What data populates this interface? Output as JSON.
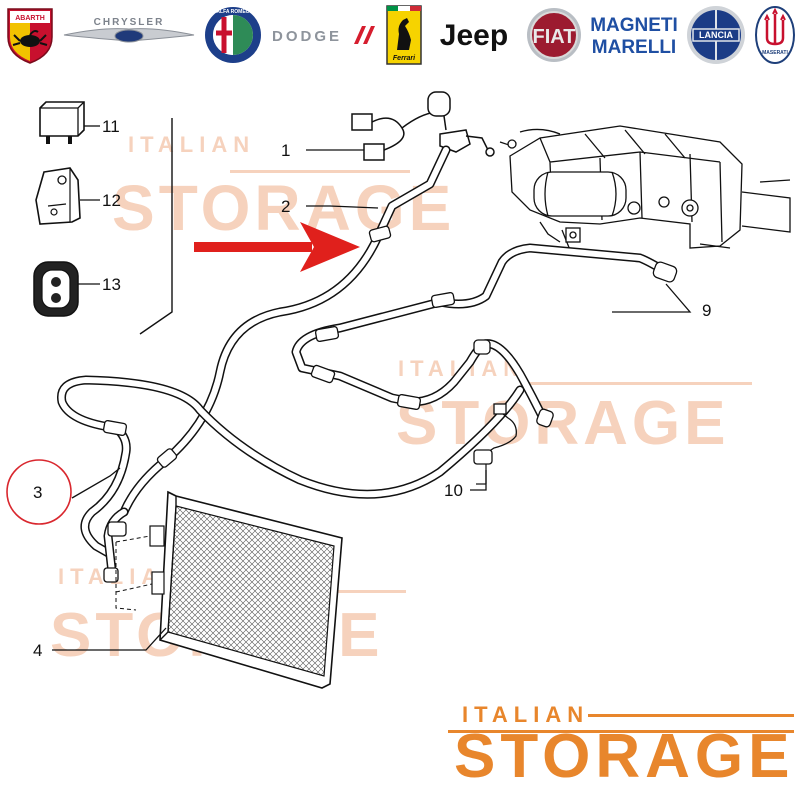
{
  "brands": {
    "abarth": "ABARTH",
    "chrysler": "CHRYSLER",
    "alfa_romeo": "ALFA ROMEO",
    "dodge": "DODGE",
    "ferrari": "Ferrari",
    "jeep": "Jeep",
    "fiat": "FIAT",
    "magneti_marelli_1": "MAGNETI",
    "magneti_marelli_2": "MARELLI",
    "lancia": "LANCIA",
    "maserati": "MASERATI"
  },
  "callouts": {
    "c1": "1",
    "c2": "2",
    "c3": "3",
    "c4": "4",
    "c9": "9",
    "c10": "10",
    "c11": "11",
    "c12": "12",
    "c13": "13"
  },
  "watermark": {
    "small": "ITALIAN",
    "big": "STORAGE"
  },
  "footer": {
    "small": "ITALIAN",
    "big": "STORAGE"
  },
  "colors": {
    "accent_orange": "#e8862c",
    "watermark_peach": "#f6d2bd",
    "arrow_red": "#e0201c",
    "highlight_circle": "#d9272e",
    "line": "#111111"
  }
}
